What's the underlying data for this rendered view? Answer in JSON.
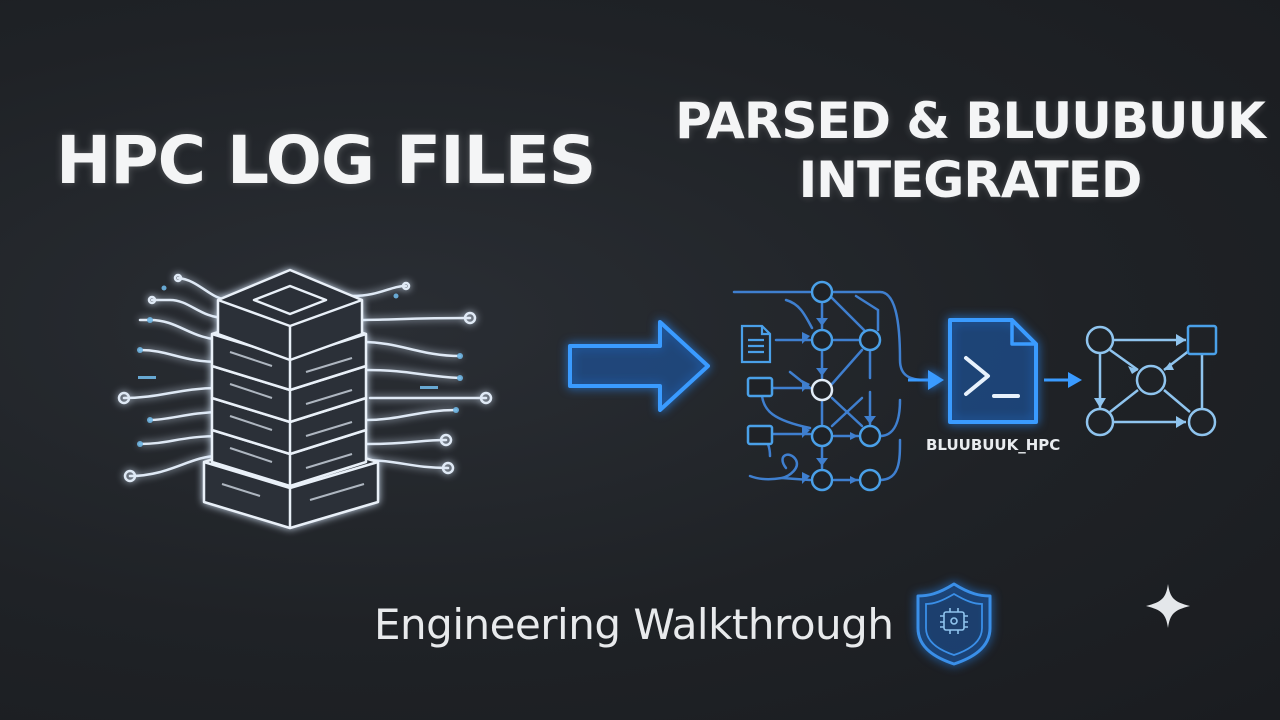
{
  "colors": {
    "background": "#1f2226",
    "accent_blue": "#2e8cff",
    "node_blue": "#4aa0e8",
    "light_blue": "#8fc4ee",
    "text_white": "#f4f5f6"
  },
  "title_left": "HPC LOG FILES",
  "title_right_line1": "PARSED & BLUUBUUK",
  "title_right_line2": "INTEGRATED",
  "file_label": "BLUUBUUK_HPC",
  "subtitle": "Engineering Walkthrough",
  "icons": {
    "server": "server-stack-icon",
    "arrow": "right-arrow-icon",
    "flow": "flowchart-graph-icon",
    "script": "terminal-file-icon",
    "output": "network-graph-icon",
    "badge": "shield-chip-icon",
    "sparkle": "sparkle-icon"
  }
}
